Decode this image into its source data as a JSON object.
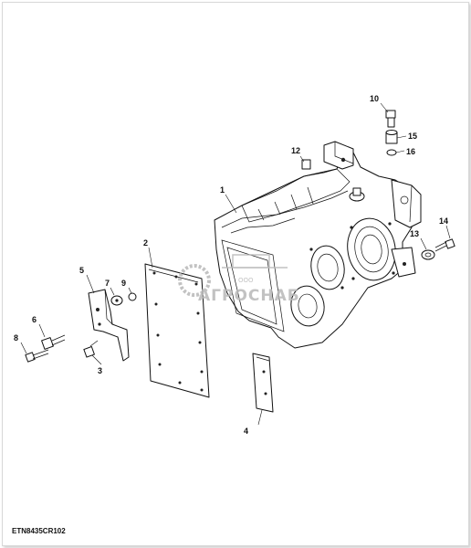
{
  "diagram": {
    "code": "ETN8435CR102",
    "callouts": [
      "1",
      "2",
      "3",
      "4",
      "5",
      "6",
      "7",
      "8",
      "9",
      "10",
      "12",
      "13",
      "14",
      "15",
      "16"
    ]
  },
  "watermark": {
    "small": "ООО",
    "brand": "АГРОСНАБ"
  },
  "colors": {
    "line": "#111111",
    "watermark": "#b8b8b8"
  }
}
